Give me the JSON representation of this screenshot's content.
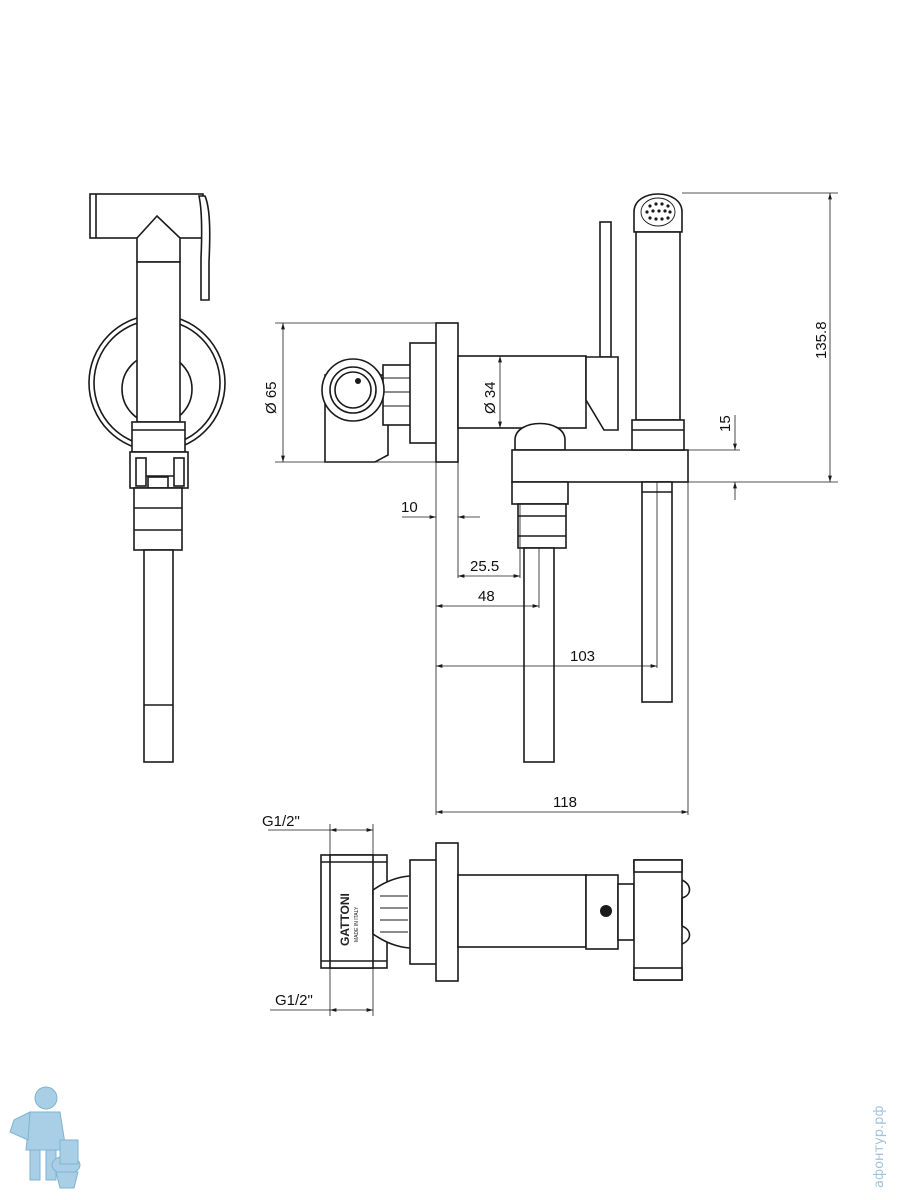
{
  "dimensions": {
    "d65": "Ø 65",
    "d34": "Ø 34",
    "h135_8": "135.8",
    "h15": "15",
    "w10": "10",
    "w25_5": "25.5",
    "w48": "48",
    "w103": "103",
    "w118": "118",
    "g_top": "G1/2\"",
    "g_bottom": "G1/2\""
  },
  "brand": {
    "name": "GATTONI",
    "sub": "MADE IN ITALY"
  },
  "watermark": {
    "text": "афонтур.рф"
  },
  "colors": {
    "line": "#1a1a1a",
    "watermark": "#9fc4dc"
  },
  "icons": [
    "plumber-logo-icon"
  ]
}
